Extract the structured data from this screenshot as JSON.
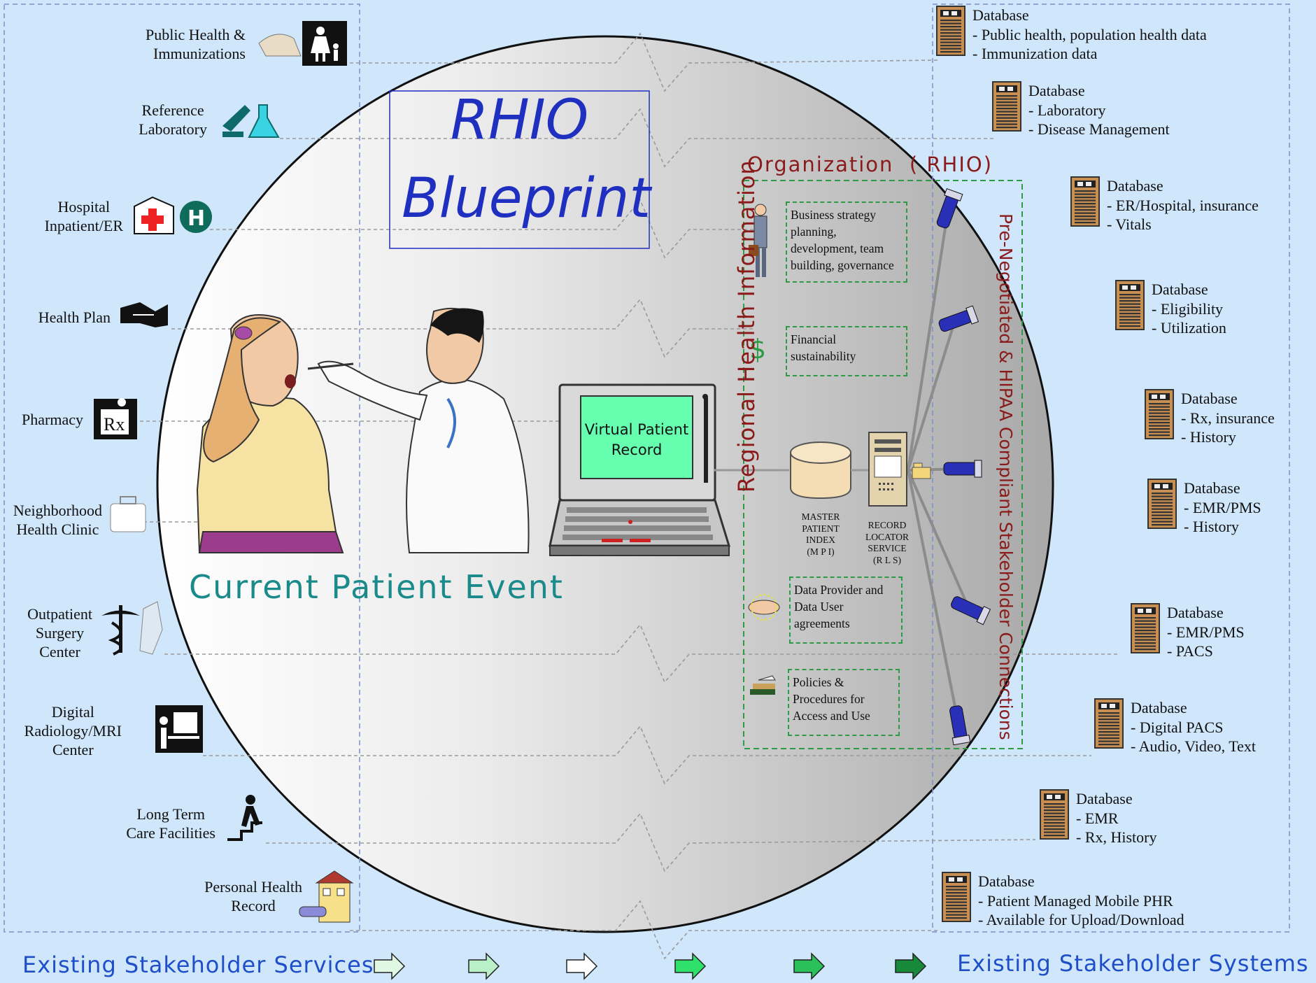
{
  "title_line1": "RHIO",
  "title_line2": "Blueprint",
  "event_label": "Current Patient Event",
  "laptop_screen": [
    "Virtual Patient",
    "Record"
  ],
  "org_label": "Organization  ( RHIO)",
  "rhio_vertical": "Regional Health Information",
  "connections_vertical": "Pre-Negotiated & HIPAA Compliant Stakeholder Connections",
  "footer_left": "Existing Stakeholder Services",
  "footer_right": "Existing Stakeholder Systems",
  "stakeholders": [
    {
      "lines": [
        "Public Health &",
        "Immunizations"
      ],
      "icon": "mother-child-icon"
    },
    {
      "lines": [
        "Reference",
        "Laboratory"
      ],
      "icon": "microscope-flask-icon"
    },
    {
      "lines": [
        "Hospital",
        "Inpatient/ER"
      ],
      "icon": "hospital-icon"
    },
    {
      "lines": [
        "Health Plan"
      ],
      "icon": "handshake-icon"
    },
    {
      "lines": [
        "Pharmacy"
      ],
      "icon": "rx-icon"
    },
    {
      "lines": [
        "Neighborhood",
        "Health Clinic"
      ],
      "icon": "medical-bag-icon"
    },
    {
      "lines": [
        "Outpatient",
        "Surgery",
        "Center"
      ],
      "icon": "caduceus-icon"
    },
    {
      "lines": [
        "Digital",
        "Radiology/MRI",
        "Center"
      ],
      "icon": "radiology-icon"
    },
    {
      "lines": [
        "Long Term",
        "Care Facilities"
      ],
      "icon": "stairs-person-icon"
    },
    {
      "lines": [
        "Personal Health",
        "Record"
      ],
      "icon": "house-icon"
    }
  ],
  "databases": [
    {
      "title": "Database",
      "items": [
        "- Public health, population health data",
        "- Immunization data"
      ]
    },
    {
      "title": "Database",
      "items": [
        "- Laboratory",
        "- Disease Management"
      ]
    },
    {
      "title": "Database",
      "items": [
        "- ER/Hospital, insurance",
        "- Vitals"
      ]
    },
    {
      "title": "Database",
      "items": [
        "- Eligibility",
        "- Utilization"
      ]
    },
    {
      "title": "Database",
      "items": [
        "- Rx, insurance",
        "- History"
      ]
    },
    {
      "title": "Database",
      "items": [
        "- EMR/PMS",
        "- History"
      ]
    },
    {
      "title": "Database",
      "items": [
        "- EMR/PMS",
        "- PACS"
      ]
    },
    {
      "title": "Database",
      "items": [
        "- Digital PACS",
        "- Audio, Video, Text"
      ]
    },
    {
      "title": "Database",
      "items": [
        "- EMR",
        "- Rx, History"
      ]
    },
    {
      "title": "Database",
      "items": [
        "- Patient Managed Mobile PHR",
        "- Available for Upload/Download"
      ]
    }
  ],
  "rhio_boxes": [
    {
      "lines": [
        "Business strategy",
        "planning,",
        "development, team",
        "building, governance"
      ]
    },
    {
      "lines": [
        "Financial",
        "sustainability"
      ]
    },
    {
      "lines": [
        "Data Provider and",
        "Data User",
        "agreements"
      ]
    },
    {
      "lines": [
        "Policies &",
        "Procedures for",
        "Access and Use"
      ]
    }
  ],
  "mpi_label": [
    "MASTER",
    "PATIENT",
    "INDEX",
    "(M P I)"
  ],
  "rls_label": [
    "RECORD",
    "LOCATOR",
    "SERVICE",
    "(R L S)"
  ],
  "colors": {
    "background": "#cfe6fb",
    "title_blue": "#1f2fc0",
    "teal": "#1b8a8a",
    "maroon": "#8b1a1a",
    "green_dash": "#2e9a45",
    "screen_green": "#66ffb0",
    "footer_blue": "#1f4fc8"
  }
}
